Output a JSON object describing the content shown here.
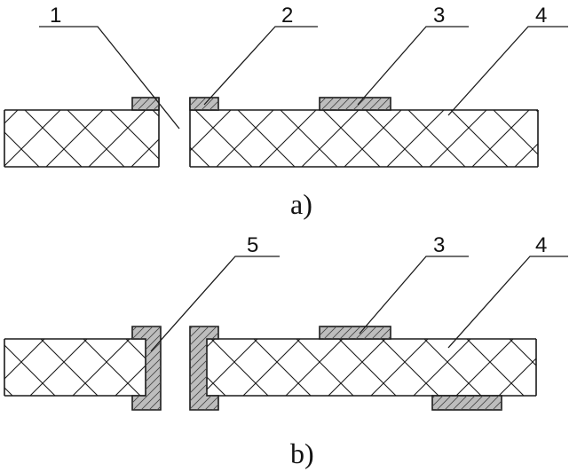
{
  "figure_a": {
    "caption": "a)",
    "labels": [
      "1",
      "2",
      "3",
      "4"
    ]
  },
  "figure_b": {
    "caption": "b)",
    "labels": [
      "5",
      "3",
      "4"
    ]
  },
  "colors": {
    "line": "#1a1a1a",
    "pad_fill": "#bdbdbd",
    "background": "#ffffff"
  }
}
